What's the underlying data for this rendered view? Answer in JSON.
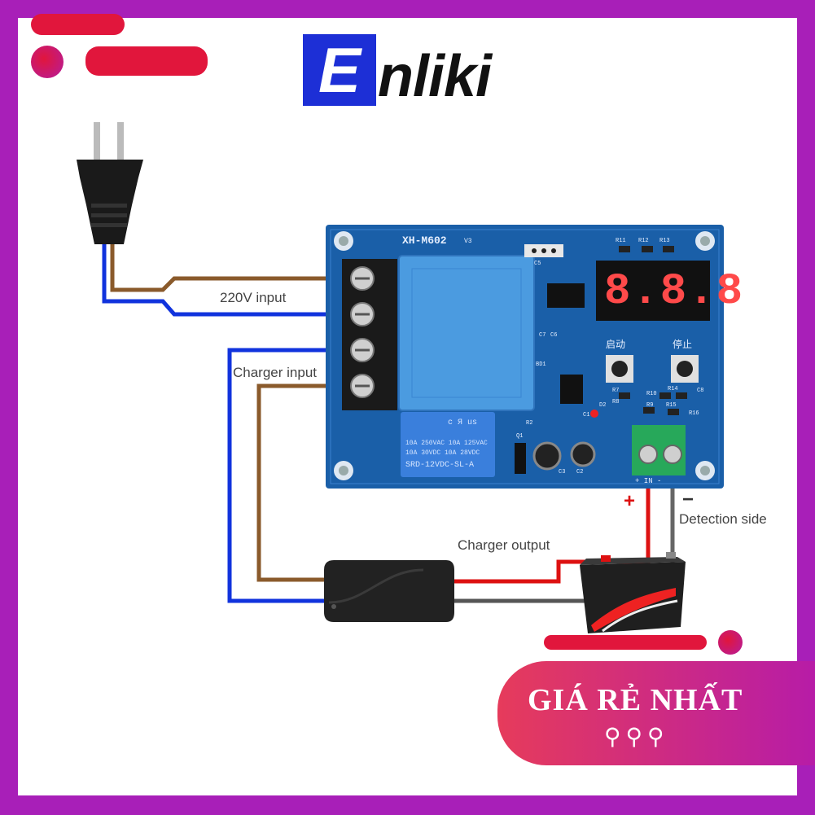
{
  "brand": {
    "logo_letter": "E",
    "logo_rest": "nliki"
  },
  "labels": {
    "ac_input": "220V input",
    "charger_input": "Charger input",
    "charger_output": "Charger output",
    "detection_side": "Detection side",
    "plus": "+",
    "minus": "−"
  },
  "board": {
    "model": "XH-M602",
    "version": "V3",
    "display": "8.8.8",
    "start_label": "启动",
    "stop_label": "停止",
    "in_label": "+ IN -",
    "relay_lines": [
      "10A 250VAC  10A 125VAC",
      "10A  30VDC  10A  28VDC",
      "SRD-12VDC-SL-A"
    ],
    "relay_mark": "c Я us",
    "components": [
      "R11",
      "R12",
      "R13",
      "C5",
      "C7",
      "C6",
      "BD1",
      "D2",
      "R2",
      "C1",
      "C3",
      "C2",
      "Q1",
      "R7",
      "R8",
      "R10",
      "R9",
      "R14",
      "R15",
      "R16",
      "C8"
    ]
  },
  "promo": {
    "title": "GIÁ RẺ NHẤT",
    "stars": "⚲⚲⚲"
  },
  "colors": {
    "frame": "#a81fb8",
    "accent_red": "#e1163c",
    "logo_blue": "#1d2fd6",
    "wire_brown": "#8a5a2b",
    "wire_blue": "#1133dd",
    "wire_red": "#dd1111",
    "wire_gray": "#555555",
    "board_blue": "#1a5fa8",
    "transformer": "#4b9be0",
    "relay": "#3a7fdc",
    "terminal_green": "#27a85a"
  }
}
